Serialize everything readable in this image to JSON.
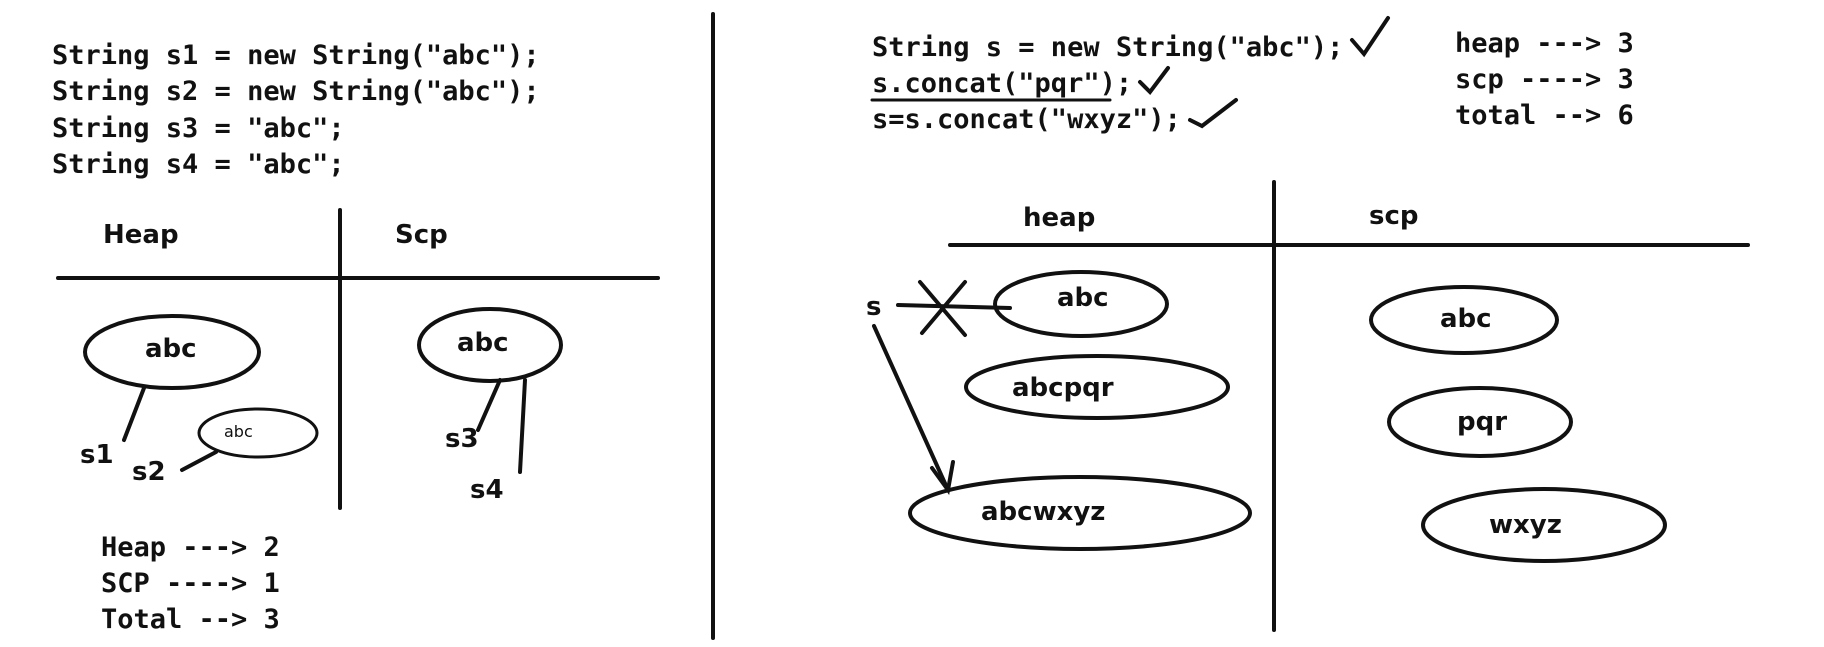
{
  "left": {
    "code": [
      "String s1 = new String(\"abc\");",
      "String s2 = new String(\"abc\");",
      "String s3 = \"abc\";",
      "String s4 = \"abc\";"
    ],
    "heap_label": "Heap",
    "scp_label": "Scp",
    "heap_objects": [
      "abc",
      "abc"
    ],
    "scp_objects": [
      "abc"
    ],
    "refs": [
      "s1",
      "s2",
      "s3",
      "s4"
    ],
    "stats": [
      "Heap ---> 2",
      "SCP ----> 1",
      "Total --> 3"
    ]
  },
  "right": {
    "code": [
      "String s = new String(\"abc\");",
      "s.concat(\"pqr\");",
      "s=s.concat(\"wxyz\");"
    ],
    "stats": [
      "heap ---> 3",
      "scp ----> 3",
      "total --> 6"
    ],
    "heap_label": "heap",
    "scp_label": "scp",
    "heap_objects": [
      "abc",
      "abcpqr",
      "abcwxyz"
    ],
    "scp_objects": [
      "abc",
      "pqr",
      "wxyz"
    ],
    "ref": "s"
  }
}
